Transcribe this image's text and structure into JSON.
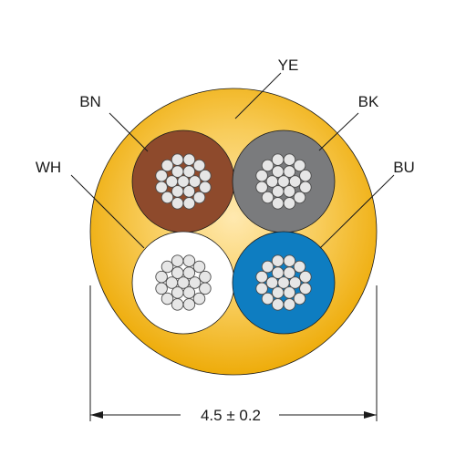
{
  "diagram": {
    "jacket": {
      "label": "YE",
      "color": "#f2b50f"
    },
    "conductors": [
      {
        "label": "BN",
        "color": "#8e4a2c",
        "position": "top-left"
      },
      {
        "label": "BK",
        "color": "#7a7b7d",
        "position": "top-right"
      },
      {
        "label": "WH",
        "color": "#ffffff",
        "position": "bottom-left"
      },
      {
        "label": "BU",
        "color": "#0e7dc1",
        "position": "bottom-right"
      }
    ],
    "dimension": {
      "text": "4.5 ± 0.2"
    },
    "colors": {
      "line": "#1a1a1a",
      "strand_fill": "#e6e6e6",
      "strand_stroke": "#4a4a4a"
    }
  }
}
